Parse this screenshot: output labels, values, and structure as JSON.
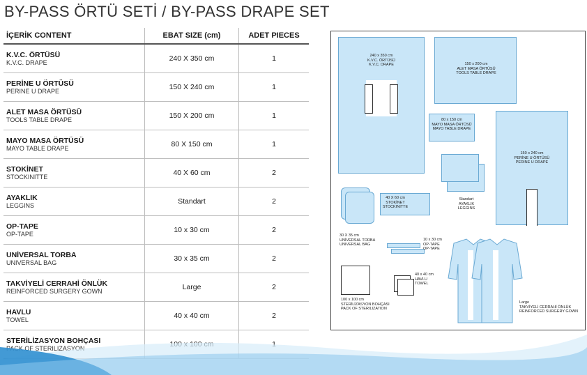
{
  "title": "BY-PASS ÖRTÜ SETİ / BY-PASS DRAPE SET",
  "table": {
    "headers": {
      "content": "İÇERİK CONTENT",
      "size": "EBAT SIZE (cm)",
      "pieces": "ADET PIECES"
    },
    "rows": [
      {
        "tr": "K.V.C. ÖRTÜSÜ",
        "en": "K.V.C. DRAPE",
        "size": "240 X 350 cm",
        "pieces": "1"
      },
      {
        "tr": "PERİNE U ÖRTÜSÜ",
        "en": "PERINE U DRAPE",
        "size": "150 X 240 cm",
        "pieces": "1"
      },
      {
        "tr": "ALET MASA ÖRTÜSÜ",
        "en": "TOOLS TABLE DRAPE",
        "size": "150 X 200 cm",
        "pieces": "1"
      },
      {
        "tr": "MAYO MASA ÖRTÜSÜ",
        "en": "MAYO TABLE DRAPE",
        "size": "80 X 150 cm",
        "pieces": "1"
      },
      {
        "tr": "STOKİNET",
        "en": "STOCKINITTE",
        "size": "40 X 60 cm",
        "pieces": "2"
      },
      {
        "tr": "AYAKLIK",
        "en": "LEGGINS",
        "size": "Standart",
        "pieces": "2"
      },
      {
        "tr": "OP-TAPE",
        "en": "OP-TAPE",
        "size": "10 x 30 cm",
        "pieces": "2"
      },
      {
        "tr": "UNİVERSAL TORBA",
        "en": "UNIVERSAL BAG",
        "size": "30 x 35 cm",
        "pieces": "2"
      },
      {
        "tr": "TAKVİYELİ CERRAHİ ÖNLÜK",
        "en": "REINFORCED SURGERY GOWN",
        "size": "Large",
        "pieces": "2"
      },
      {
        "tr": "HAVLU",
        "en": "TOWEL",
        "size": "40 x 40 cm",
        "pieces": "2"
      },
      {
        "tr": "STERİLİZASYON BOHÇASI",
        "en": "PACK OF STERILIZASYON",
        "size": "100 x 100 cm",
        "pieces": "1"
      }
    ]
  },
  "diagram": {
    "kvc": {
      "size": "240 x 350 cm",
      "tr": "K.V.C. ÖRTÜSÜ",
      "en": "K.V.C. DRAPE"
    },
    "tools": {
      "size": "150 x 200 cm",
      "tr": "ALET MASA ÖRTÜSÜ",
      "en": "TOOLS TABLE DRAPE"
    },
    "mayo": {
      "size": "80 x 150 cm",
      "tr": "MAYO MASA ÖRTÜSÜ",
      "en": "MAYO TABLE DRAPE"
    },
    "perine": {
      "size": "150 x 240 cm",
      "tr": "PERİNE U ÖRTÜSÜ",
      "en": "PERINE U DRAPE"
    },
    "stockinet": {
      "size": "40 X 60 cm",
      "tr": "STOKİNET",
      "en": "STOCKINITTE"
    },
    "leggins": {
      "size": "Standart",
      "tr": "AYAKLIK",
      "en": "LEGGINS"
    },
    "bag": {
      "size": "30 X 35 cm",
      "tr": "UNİVERSAL TORBA",
      "en": "UNIVERSAL BAG"
    },
    "optape": {
      "size": "10 x 30 cm",
      "tr": "OP-TAPE",
      "en": "OP-TAPE"
    },
    "towel": {
      "size": "40 x 40 cm",
      "tr": "HAVLU",
      "en": "TOWEL"
    },
    "pack": {
      "size": "100 x 100 cm",
      "tr": "STERİLİZASYON BOHÇASI",
      "en": "PACK OF STERILIZATION"
    },
    "gown": {
      "size": "Large",
      "tr": "TAKVİYELİ CERRAHİ ÖNLÜK",
      "en": "REINFORCED SURGERY GOWN"
    }
  },
  "colors": {
    "drape_fill": "#c9e6f8",
    "drape_stroke": "#6aa9d3",
    "band_blue": "#2f8fd0"
  }
}
